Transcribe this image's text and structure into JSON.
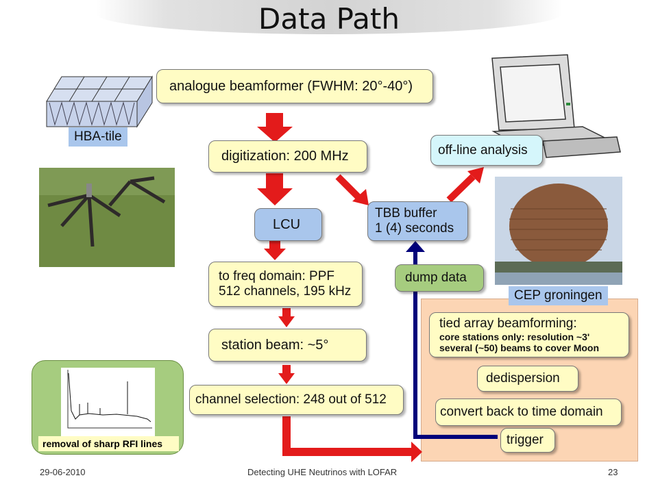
{
  "title": "Data Path",
  "boxes": {
    "analogue": "analogue beamformer (FWHM: 20°-40°)",
    "digitization": "digitization: 200 MHz",
    "lcu": "LCU",
    "freq_line1": "to freq domain: PPF",
    "freq_line2": "512 channels, 195 kHz",
    "station": "station beam: ~5°",
    "channel": "channel selection: 248 out of 512",
    "tbb_line1": "TBB buffer",
    "tbb_line2": "1 (4) seconds",
    "offline": "off-line analysis",
    "dump": "dump data",
    "tied_line1": "tied array beamforming:",
    "tied_line2": "core stations only: resolution ~3'",
    "tied_line3": "several (~50) beams to cover Moon",
    "dedispersion": "dedispersion",
    "convert": "convert back to time domain",
    "trigger": "trigger"
  },
  "labels": {
    "hba": "HBA-tile",
    "cep": "CEP groningen",
    "rfi": "removal of sharp RFI lines"
  },
  "footer": {
    "date": "29-06-2010",
    "center": "Detecting UHE Neutrinos with LOFAR",
    "page": "23"
  },
  "colors": {
    "arrow_red": "#e31b1b",
    "arrow_blue": "#00007a",
    "arrow_green": "#7aa33c",
    "box_yellow": "#fffcc4",
    "box_blue": "#a9c6ec",
    "panel_orange": "#fcd5b4"
  }
}
